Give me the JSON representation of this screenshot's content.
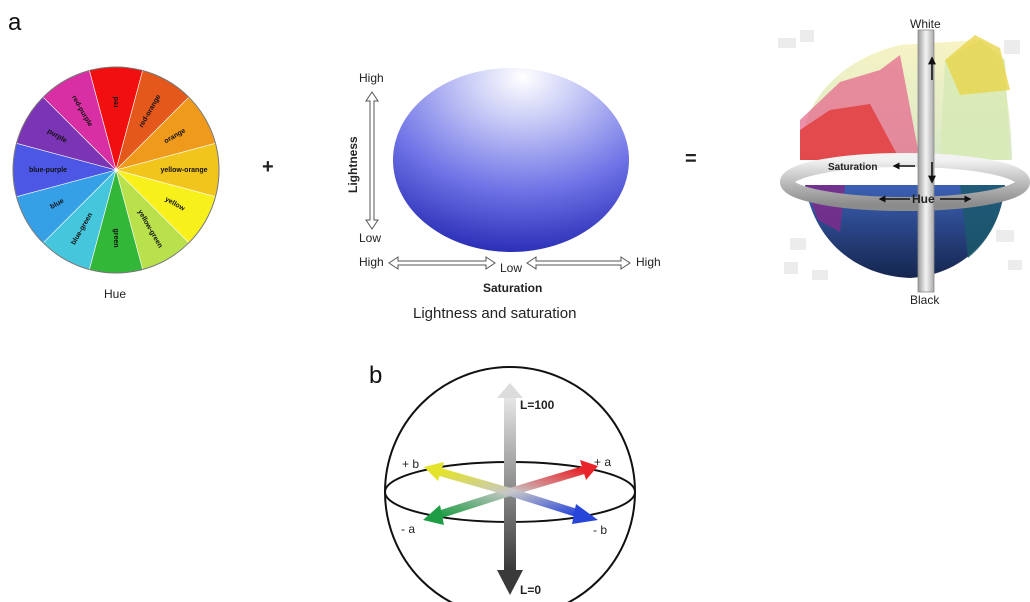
{
  "panel_a": {
    "letter": "a",
    "hue_wheel": {
      "caption": "Hue",
      "segments": [
        {
          "name": "red",
          "color": "#f20f0f"
        },
        {
          "name": "red-orange",
          "color": "#e4581b"
        },
        {
          "name": "orange",
          "color": "#ef9a1a"
        },
        {
          "name": "yellow-orange",
          "color": "#f1c51c"
        },
        {
          "name": "yellow",
          "color": "#f7f01b"
        },
        {
          "name": "yellow-green",
          "color": "#b9e14b"
        },
        {
          "name": "green",
          "color": "#33b738"
        },
        {
          "name": "blue-green",
          "color": "#46c6dc"
        },
        {
          "name": "blue",
          "color": "#35a0e6"
        },
        {
          "name": "blue-purple",
          "color": "#4c57e6"
        },
        {
          "name": "purple",
          "color": "#7b34b4"
        },
        {
          "name": "red-purple",
          "color": "#d830a4"
        }
      ]
    },
    "plus": "+",
    "equals": "=",
    "lightness_saturation": {
      "vertical_axis_label": "Lightness",
      "vertical_high": "High",
      "vertical_low": "Low",
      "horizontal_left_high": "High",
      "horizontal_center_low": "Low",
      "horizontal_right_high": "High",
      "horizontal_axis_label": "Saturation",
      "caption": "Lightness and saturation"
    },
    "color_solid": {
      "top_label": "White",
      "bottom_label": "Black",
      "saturation_label": "Saturation",
      "hue_label": "Hue"
    }
  },
  "panel_b": {
    "letter": "b",
    "axis_top": "L=100",
    "axis_bottom": "L=0",
    "plus_a": "+ a",
    "minus_a": "- a",
    "plus_b": "+ b",
    "minus_b": "- b"
  }
}
